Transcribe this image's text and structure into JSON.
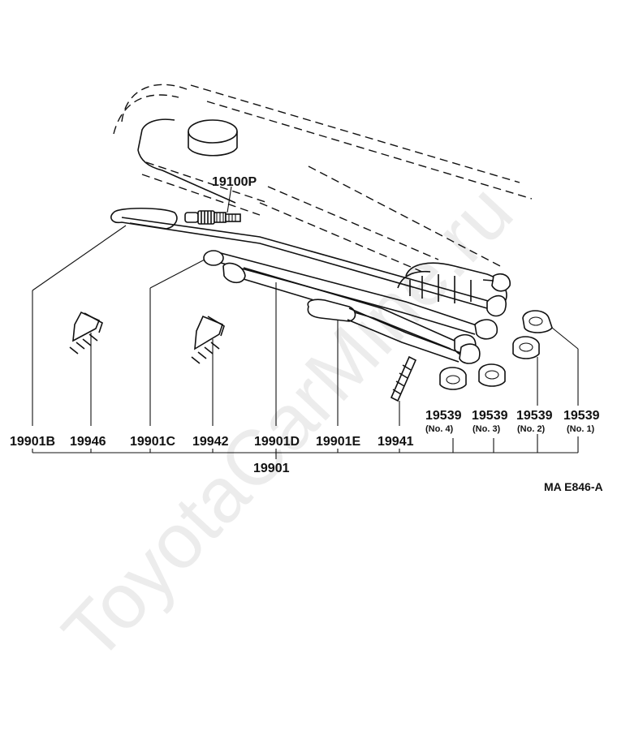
{
  "labels": {
    "spark_plug": "19100P",
    "wire_b": "19901B",
    "clamp_19946": "19946",
    "wire_c": "19901C",
    "clamp_19942": "19942",
    "wire_d": "19901D",
    "wire_e": "19901E",
    "clamp_19941": "19941",
    "wire_set": "19901",
    "holder": "19539",
    "holder_no4": "(No. 4)",
    "holder_no3": "(No. 3)",
    "holder_no2": "(No. 2)",
    "holder_no1": "(No. 1)"
  },
  "reference_code": "MA E846-A",
  "watermark": "ToyotaCarMine.ru"
}
